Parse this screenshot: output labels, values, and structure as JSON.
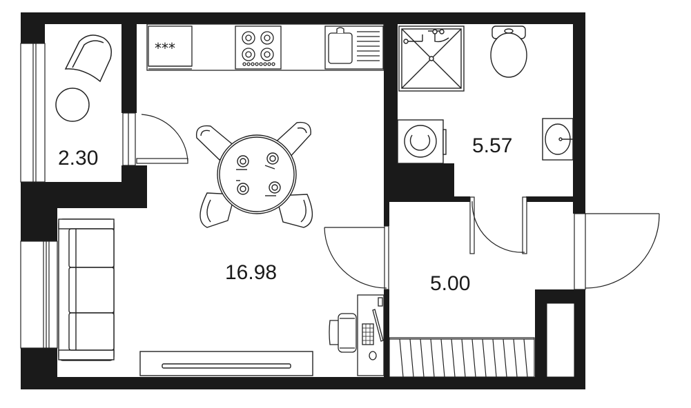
{
  "rooms": {
    "balcony": {
      "area": "2.30"
    },
    "living": {
      "area": "16.98"
    },
    "bathroom": {
      "area": "5.57"
    },
    "hall": {
      "area": "5.00"
    }
  },
  "fixtures": {
    "refrigerator_label": "***"
  },
  "colors": {
    "wall": "#1a1a1a",
    "line": "#222222",
    "background": "#ffffff"
  }
}
